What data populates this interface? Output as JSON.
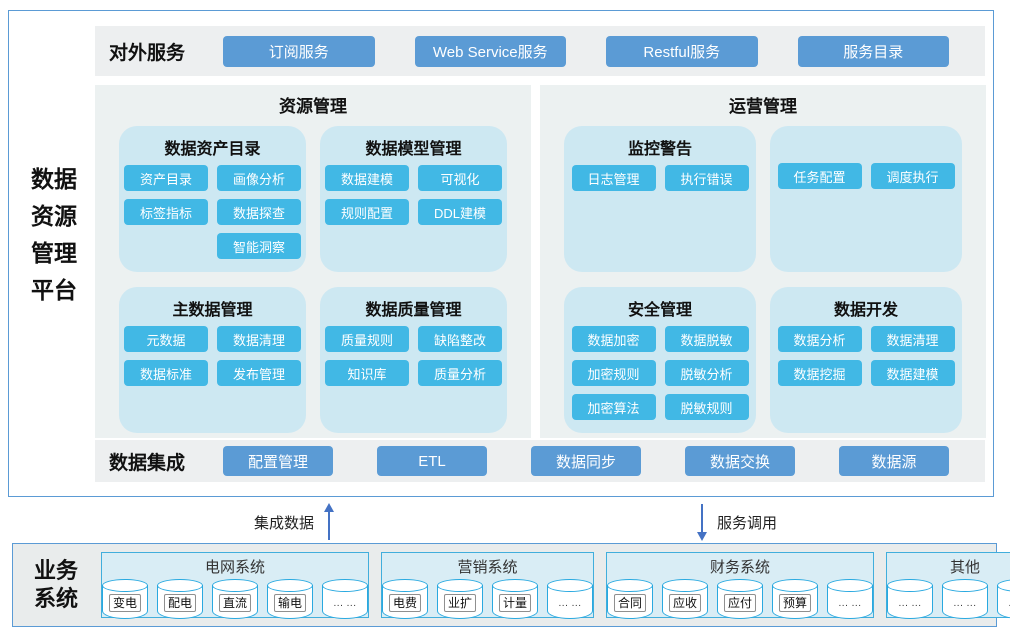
{
  "side_label": {
    "lines": [
      "数据",
      "资源",
      "管理",
      "平台"
    ]
  },
  "external": {
    "label": "对外服务",
    "buttons": [
      "订阅服务",
      "Web Service服务",
      "Restful服务",
      "服务目录"
    ]
  },
  "resource_panel": {
    "title": "资源管理",
    "blocks": [
      {
        "title": "数据资产目录",
        "rows": [
          [
            "资产目录",
            "画像分析"
          ],
          [
            "标签指标",
            "数据探查"
          ],
          [
            "智能洞察"
          ]
        ]
      },
      {
        "title": "数据模型管理",
        "rows": [
          [
            "数据建模",
            "可视化"
          ],
          [
            "规则配置",
            "DDL建模"
          ]
        ]
      },
      {
        "title": "主数据管理",
        "rows": [
          [
            "元数据",
            "数据清理"
          ],
          [
            "数据标准",
            "发布管理"
          ]
        ]
      },
      {
        "title": "数据质量管理",
        "rows": [
          [
            "质量规则",
            "缺陷整改"
          ],
          [
            "知识库",
            "质量分析"
          ]
        ]
      }
    ]
  },
  "operation_panel": {
    "title": "运营管理",
    "blocks": [
      {
        "title": "监控警告",
        "rows": [
          [
            "日志管理",
            "执行错误"
          ]
        ]
      },
      {
        "title": "",
        "rows": [
          [
            "任务配置",
            "调度执行"
          ]
        ]
      },
      {
        "title": "安全管理",
        "rows": [
          [
            "数据加密",
            "数据脱敏"
          ],
          [
            "加密规则",
            "脱敏分析"
          ],
          [
            "加密算法",
            "脱敏规则"
          ]
        ]
      },
      {
        "title": "数据开发",
        "rows": [
          [
            "数据分析",
            "数据清理"
          ],
          [
            "数据挖掘",
            "数据建模"
          ]
        ]
      }
    ]
  },
  "integration": {
    "label": "数据集成",
    "buttons": [
      "配置管理",
      "ETL",
      "数据同步",
      "数据交换",
      "数据源"
    ]
  },
  "flows": {
    "up": "集成数据",
    "down": "服务调用"
  },
  "business": {
    "label_lines": [
      "业务",
      "系统"
    ],
    "systems": [
      {
        "title": "电网系统",
        "dbs": [
          "变电",
          "配电",
          "直流",
          "输电",
          "... ..."
        ]
      },
      {
        "title": "营销系统",
        "dbs": [
          "电费",
          "业扩",
          "计量",
          "... ..."
        ]
      },
      {
        "title": "财务系统",
        "dbs": [
          "合同",
          "应收",
          "应付",
          "预算",
          "... ..."
        ]
      },
      {
        "title": "其他",
        "dbs": [
          "... ...",
          "... ...",
          "... ..."
        ]
      }
    ]
  },
  "colors": {
    "frame_border": "#5B9BD5",
    "band_bg": "#EDEFF0",
    "panel_bg": "#ECF1F1",
    "block_bg": "#CDE8F2",
    "chip_bg": "#41B8E5",
    "primary_button_bg": "#5B9BD5",
    "sys_box_bg": "#D9EDF5",
    "sys_box_border": "#41AEDC",
    "cylinder_stroke": "#29A9E0",
    "arrow": "#4472C4",
    "business_frame_bg": "#E9ECEC"
  }
}
